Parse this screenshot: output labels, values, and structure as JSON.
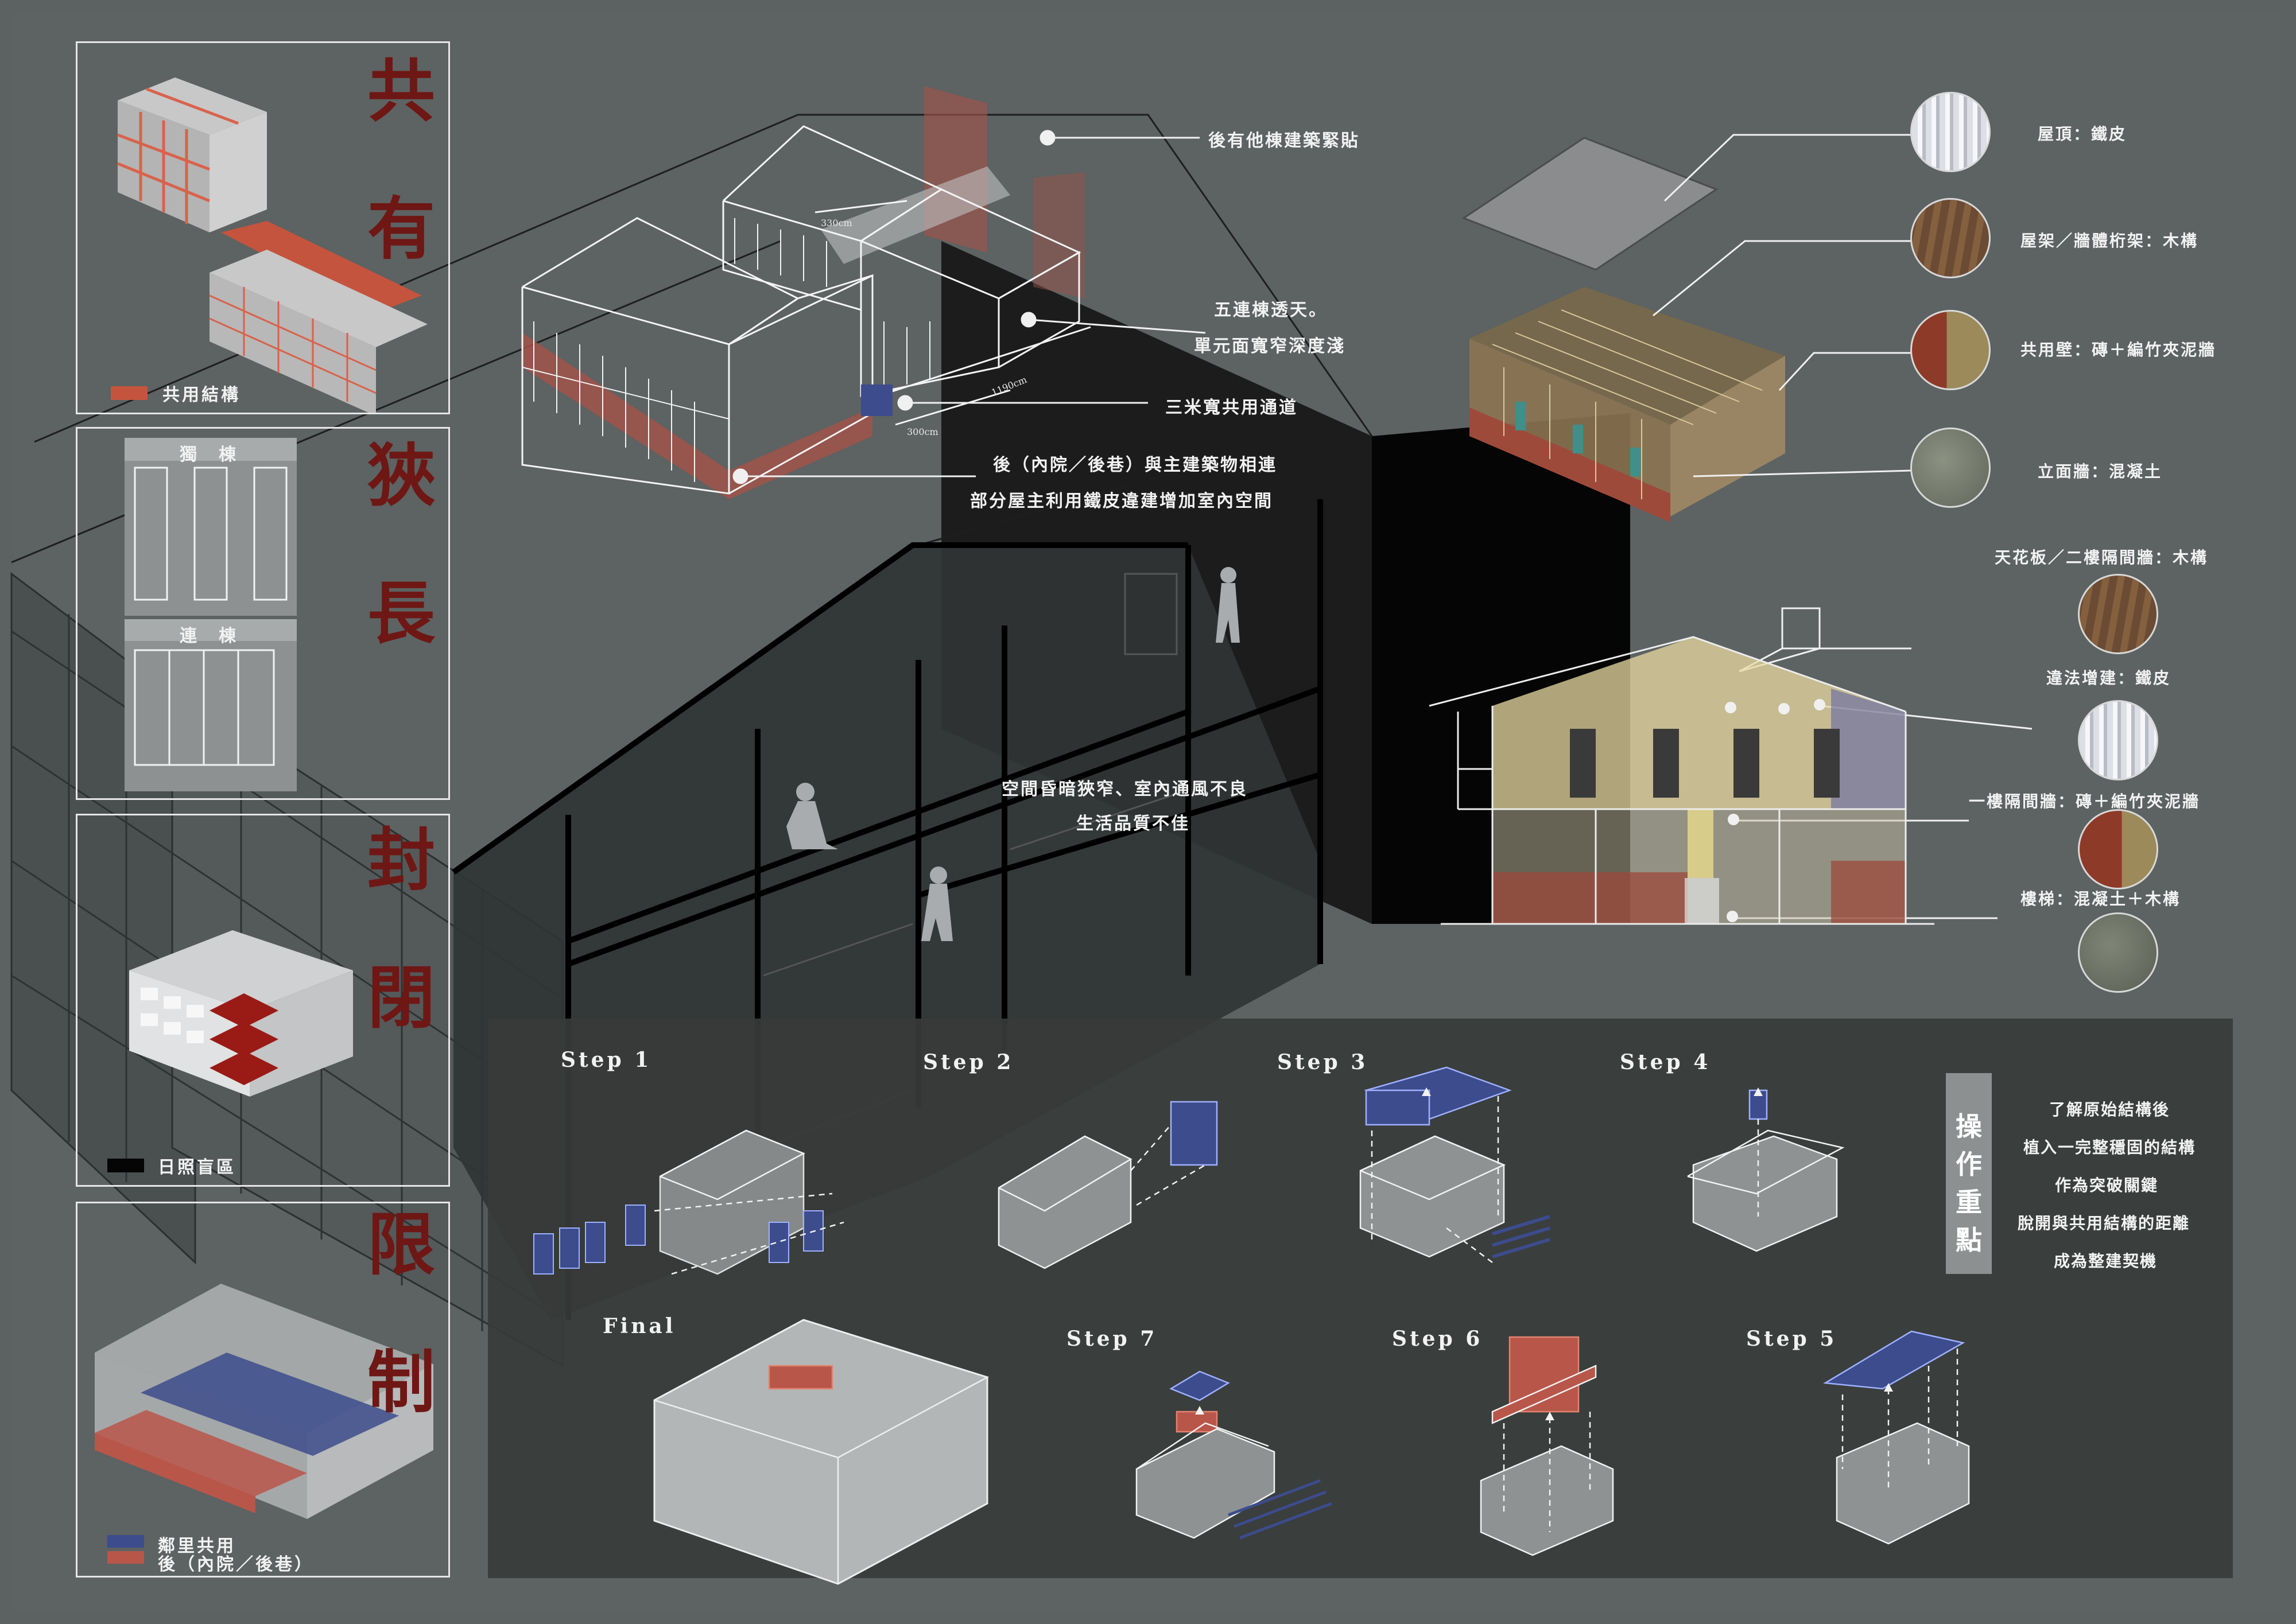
{
  "side_title": {
    "c1": "共",
    "c2": "有",
    "c3": "狹",
    "c4": "長",
    "c5": "封",
    "c6": "閉",
    "c7": "限",
    "c8": "制"
  },
  "panel1": {
    "legend": "共用結構"
  },
  "panel2": {
    "single": "獨　棟",
    "row": "連　棟"
  },
  "panel3": {
    "legend": "日照盲區"
  },
  "panel4": {
    "legend1": "鄰里共用",
    "legend2": "後（內院／後巷）"
  },
  "dims": {
    "d1": "330cm",
    "d2": "1190cm",
    "d3": "300cm"
  },
  "notes": {
    "n1": "後有他棟建築緊貼",
    "n2a": "五連棟透天。",
    "n2b": "單元面寬窄深度淺",
    "n3": "三米寬共用通道",
    "n4a": "後（內院／後巷）與主建築物相連",
    "n4b": "部分屋主利用鐵皮違建增加室內空間",
    "n5a": "空間昏暗狹窄、室內通風不良",
    "n5b": "生活品質不佳"
  },
  "materials": {
    "m1": "屋頂：鐵皮",
    "m2": "屋架／牆體桁架：木構",
    "m3": "共用壁：磚＋編竹夾泥牆",
    "m4": "立面牆：混凝土",
    "m5": "天花板／二樓隔間牆：木構",
    "m6": "違法增建：鐵皮",
    "m7": "一樓隔間牆：磚＋編竹夾泥牆",
    "m8": "樓梯：混凝土＋木構"
  },
  "steps": {
    "s1": "Step 1",
    "s2": "Step 2",
    "s3": "Step 3",
    "s4": "Step 4",
    "s5": "Step 5",
    "s6": "Step 6",
    "s7": "Step 7",
    "final": "Final"
  },
  "operation": {
    "title1": "操",
    "title2": "作",
    "title3": "重",
    "title4": "點",
    "lines": [
      "了解原始結構後",
      "植入一完整穩固的結構",
      "作為突破關鍵",
      "脫開與共用結構的距離",
      "成為整建契機"
    ]
  },
  "colors": {
    "accent_red": "#6e1714",
    "brick": "#b8564a",
    "blue": "#3c4c8c",
    "background": "#5c6161"
  }
}
